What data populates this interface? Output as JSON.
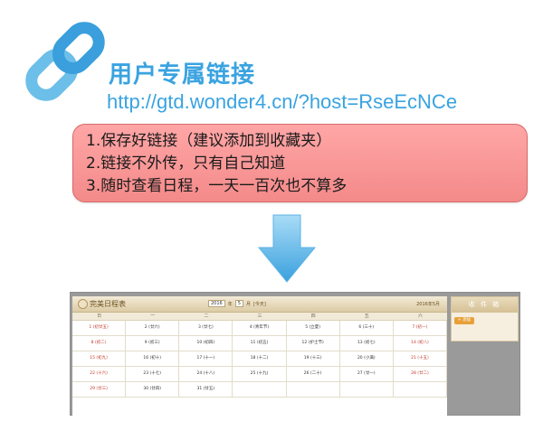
{
  "header": {
    "title": "用户专属链接",
    "url": "http://gtd.wonder4.cn/?host=RseEcNCe"
  },
  "note": {
    "lines": [
      "1.保存好链接（建议添加到收藏夹）",
      "2.链接不外传，只有自己知道",
      "3.随时查看日程，一天一百次也不算多"
    ]
  },
  "icons": {
    "logo": "chain-link-icon",
    "arrow": "arrow-down-icon"
  },
  "colors": {
    "accent": "#3aa3e0",
    "note_bg": "#f69494"
  },
  "calendar": {
    "brand": "完美日程表",
    "year": "2016",
    "month": "5",
    "year_suffix": "年",
    "month_suffix": "月",
    "today_label": "[今天]",
    "right_label": "2016年5月",
    "weekdays": [
      "日",
      "一",
      "二",
      "三",
      "四",
      "五",
      "六"
    ],
    "days": [
      "1 (初廿五)",
      "2 (廿六)",
      "3 (廿七)",
      "4 (青年节)",
      "5 (立夏)",
      "6 (三十)",
      "7 (初一)",
      "8 (初二)",
      "9 (初三)",
      "10 (初四)",
      "11 (初五)",
      "12 (护士节)",
      "13 (初七)",
      "14 (初八)",
      "15 (初九)",
      "16 (初十)",
      "17 (十一)",
      "18 (十二)",
      "19 (十三)",
      "20 (小满)",
      "21 (十五)",
      "22 (十六)",
      "23 (十七)",
      "24 (十八)",
      "25 (十九)",
      "26 (二十)",
      "27 (廿一)",
      "28 (廿二)",
      "29 (廿三)",
      "30 (廿四)",
      "31 (廿五)",
      "",
      "",
      "",
      ""
    ],
    "side_title": "收 件 箱",
    "side_button": "+ 添加"
  }
}
